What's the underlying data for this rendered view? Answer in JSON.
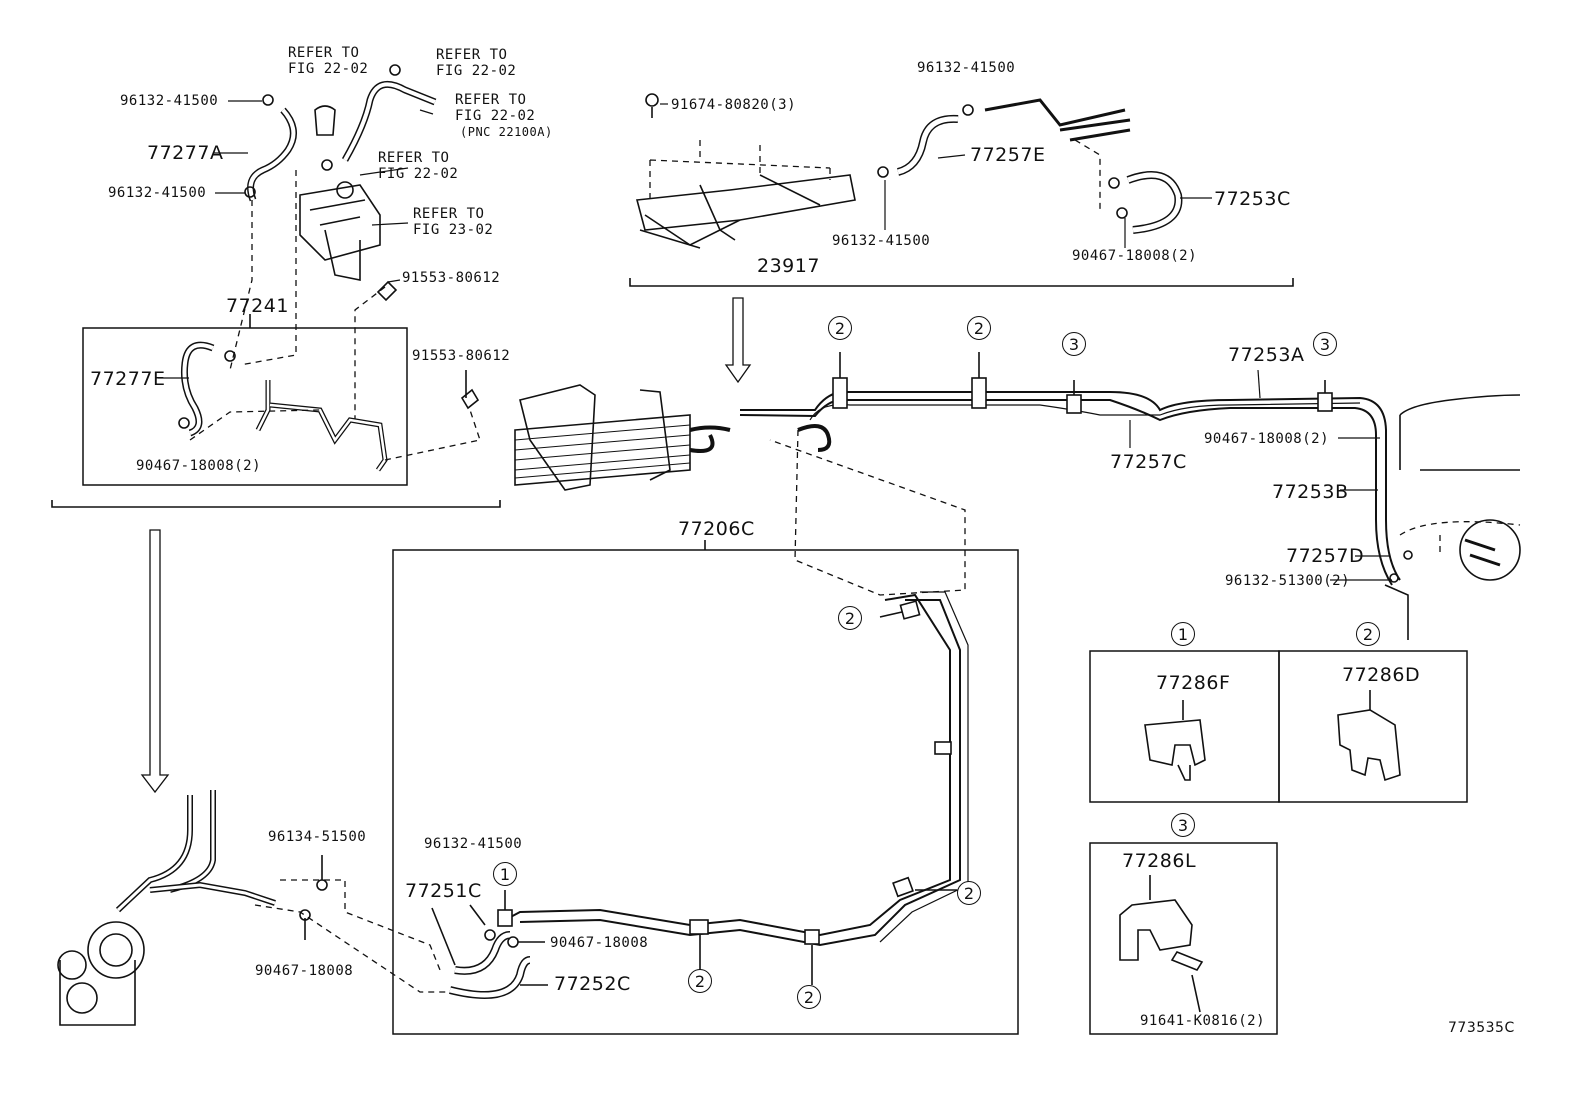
{
  "refer_to": {
    "r1": [
      "REFER TO",
      "FIG 22-02"
    ],
    "r2": [
      "REFER TO",
      "FIG 22-02"
    ],
    "r3": [
      "REFER TO",
      "FIG 22-02",
      "(PNC 22100A)"
    ],
    "r4": [
      "REFER TO",
      "FIG 22-02"
    ],
    "r5": [
      "REFER TO",
      "FIG 23-02"
    ]
  },
  "parts": {
    "p96132_41500_a": "96132-41500",
    "p77277A": "77277A",
    "p96132_41500_b": "96132-41500",
    "p91553_80612_a": "91553-80612",
    "p77241": "77241",
    "p77277E": "77277E",
    "p91553_80612_b": "91553-80612",
    "p90467_18008_2_a": "90467-18008(2)",
    "p91674_80820_3": "91674-80820(3)",
    "p96132_41500_c": "96132-41500",
    "p77257E": "77257E",
    "p77253C": "77253C",
    "p96132_41500_d": "96132-41500",
    "p90467_18008_2_b": "90467-18008(2)",
    "p23917": "23917",
    "p77253A": "77253A",
    "p77257C": "77257C",
    "p90467_18008_2_c": "90467-18008(2)",
    "p77253B": "77253B",
    "p77257D": "77257D",
    "p96132_51300_2": "96132-51300(2)",
    "p77206C": "77206C",
    "p96134_51500": "96134-51500",
    "p90467_18008_a": "90467-18008",
    "p96132_41500_e": "96132-41500",
    "p77251C": "77251C",
    "p90467_18008_b": "90467-18008",
    "p77252C": "77252C",
    "p77286F": "77286F",
    "p77286D": "77286D",
    "p77286L": "77286L",
    "p91641_K0816_2": "91641-K0816(2)"
  },
  "callouts": {
    "c1": "①",
    "c2": "②",
    "c3": "③"
  },
  "callout_numbers": {
    "one": "1",
    "two": "2",
    "three": "3"
  },
  "diagram_id": "773535C"
}
